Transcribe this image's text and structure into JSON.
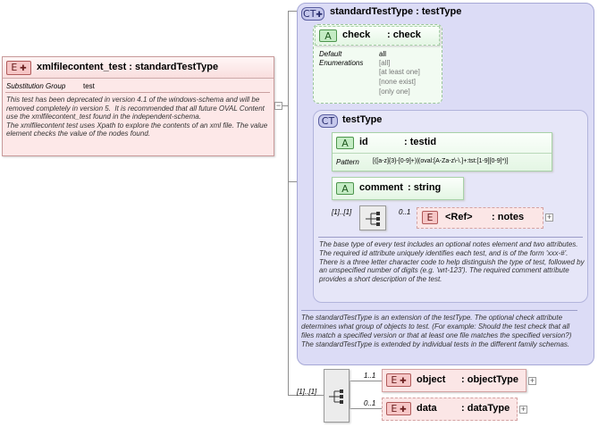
{
  "main_element": {
    "badge": "E",
    "title": "xmlfilecontent_test : standardTestType",
    "subst_label": "Substitution Group",
    "subst_value": "test",
    "doc": "This test has been deprecated in version 4.1 of the windows-schema and will be removed completely in version 5.  It is recommended that all future OVAL Content use the xmlfilecontent_test found in the independent-schema.\nThe xmlfilecontent test uses Xpath to explore the contents of an xml file. The value element checks the value of the nodes found."
  },
  "standard_test_type": {
    "badge": "CT",
    "title": "standardTestType : testType",
    "doc": "The standardTestType is an extension of the testType.  The optional check attribute determines what group of objects to test. (For example: Should the test check that all files match a specified version or that at least one file matches the specified version?)  The standardTestType is extended by individual tests in the different family schemas."
  },
  "check_attr": {
    "badge": "A",
    "name": "check",
    "type": ": check",
    "default_label": "Default",
    "enum_label": "Enumerations",
    "default_value": "all",
    "enumerations": [
      "[all]",
      "[at least one]",
      "[none exist]",
      "[only one]"
    ]
  },
  "test_type": {
    "badge": "CT",
    "title": "testType",
    "doc": "The base type of every test includes an optional notes element and two attributes.  The required id attribute uniquely identifies each test, and is of the form 'xxx-#'.  There is a three letter character code to help distinguish the type of test, followed by an unspecified number of digits (e.g. 'wrt-123').  The required comment attribute provides a short description of the test."
  },
  "id_attr": {
    "badge": "A",
    "name": "id",
    "type": ": testid",
    "pattern_label": "Pattern",
    "pattern_value": "[([a-z]{3}-[0-9]+)|(oval:[A-Za-z\\-\\.]+:tst:[1-9][0-9]*)]"
  },
  "comment_attr": {
    "badge": "A",
    "name": "comment",
    "type": ": string"
  },
  "notes_ref": {
    "badge": "E",
    "name": "<Ref>",
    "type": ": notes",
    "occurrence": "0..1"
  },
  "test_type_seq": {
    "occurrence": "[1]..[1]"
  },
  "outer_seq": {
    "occurrence": "[1]..[1]"
  },
  "object_elem": {
    "badge": "E",
    "name": "object",
    "type": ": objectType",
    "occurrence": "1..1"
  },
  "data_elem": {
    "badge": "E",
    "name": "data",
    "type": ": dataType",
    "occurrence": "0..1"
  },
  "colors": {
    "element_fill": "#fde8e8",
    "attribute_fill": "#e4f6e4",
    "complex_type_fill": "#dcdcf6"
  }
}
